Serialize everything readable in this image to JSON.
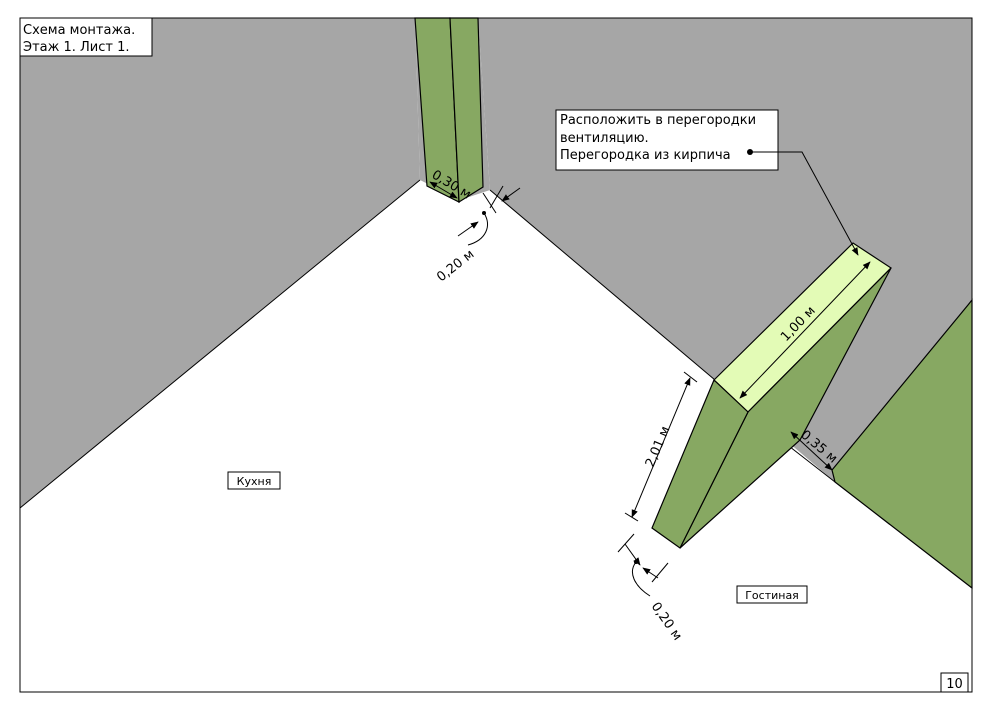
{
  "title": {
    "line1": "Схема монтажа.",
    "line2": "Этаж 1. Лист 1."
  },
  "note": {
    "line1": "Расположить в перегородки",
    "line2": "вентиляцию.",
    "line3": "Перегородка из кирпича"
  },
  "rooms": {
    "kitchen": "Кухня",
    "living_room": "Гостиная"
  },
  "dimensions": {
    "column_width": "0,30 м",
    "column_offset": "0,20 м",
    "partition_length": "1,00 м",
    "partition_height": "2,01 м",
    "partition_offset": "0,20 м",
    "wall_gap": "0,35 м"
  },
  "page_number": "10",
  "colors": {
    "wall": "#a6a6a6",
    "floor": "#ffffff",
    "green_side": "#87a862",
    "green_top": "#e3fbb6",
    "outline": "#000000"
  }
}
